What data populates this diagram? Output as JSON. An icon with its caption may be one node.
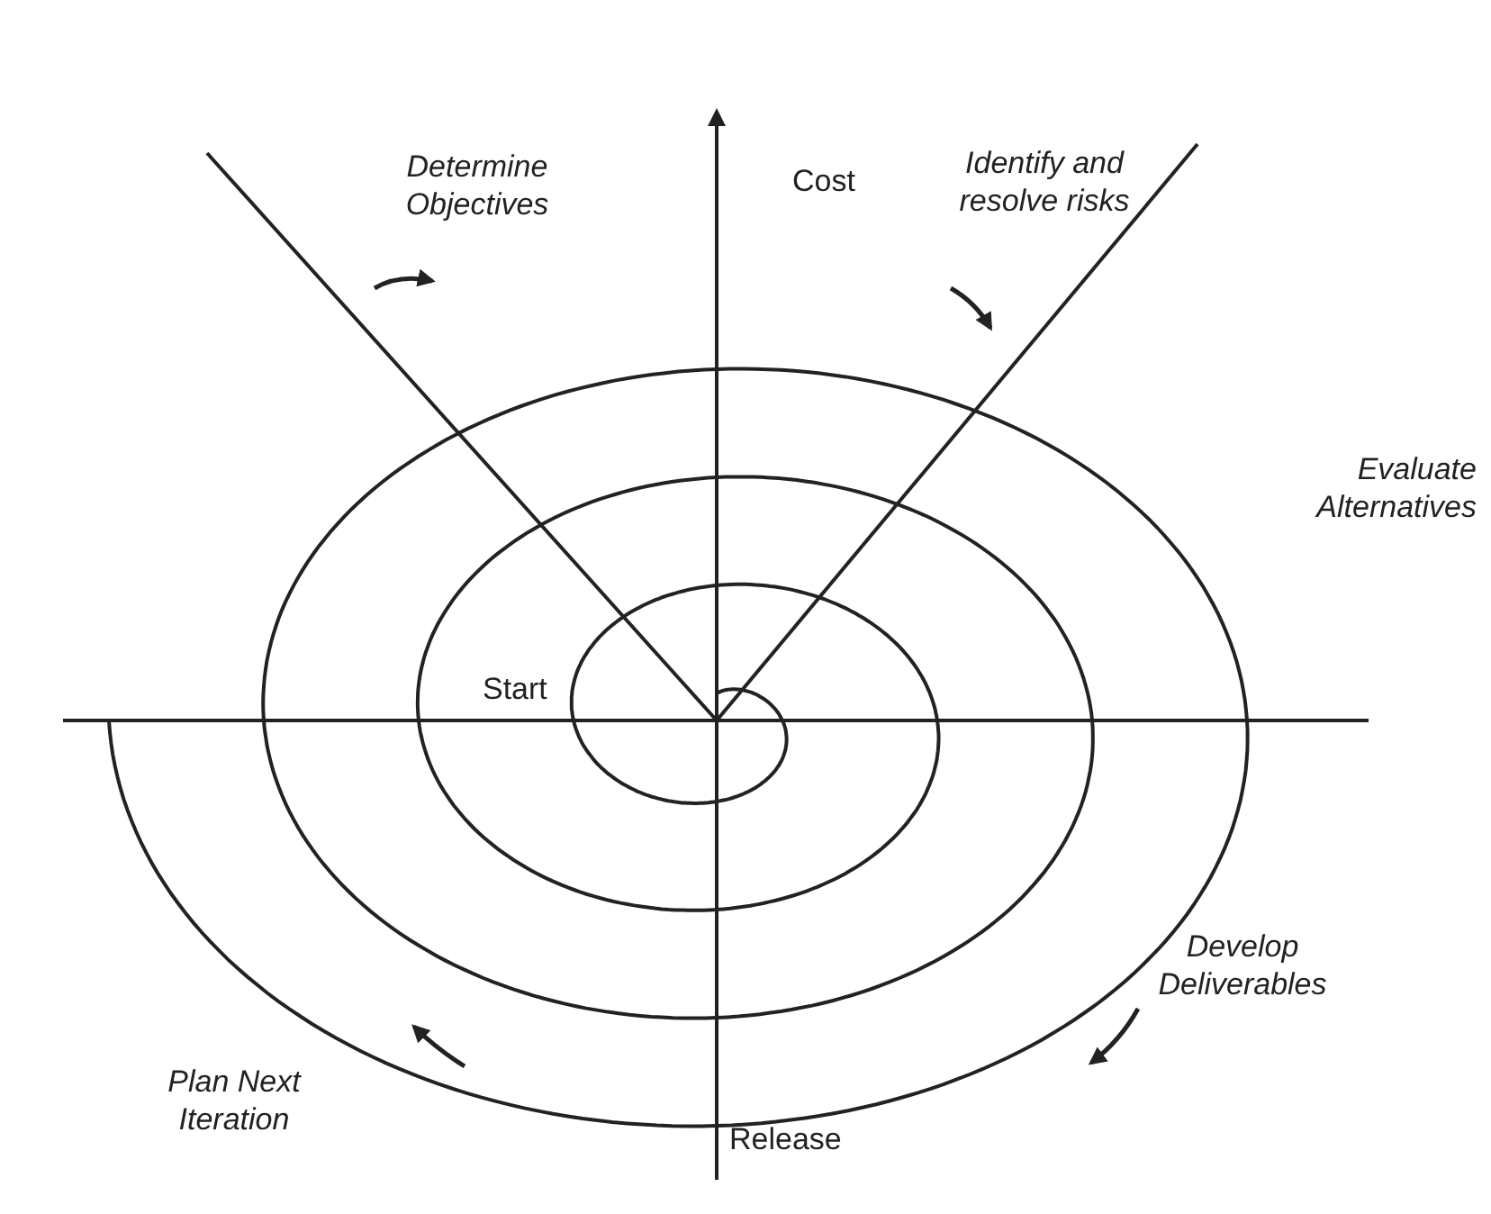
{
  "diagram": {
    "labels": [
      "Determine Objectives",
      "Cost",
      "Identify and resolve risks",
      "Evaluate Alternatives",
      "Start",
      "Develop Deliverables",
      "Plan Next Iteration",
      "Release"
    ]
  }
}
